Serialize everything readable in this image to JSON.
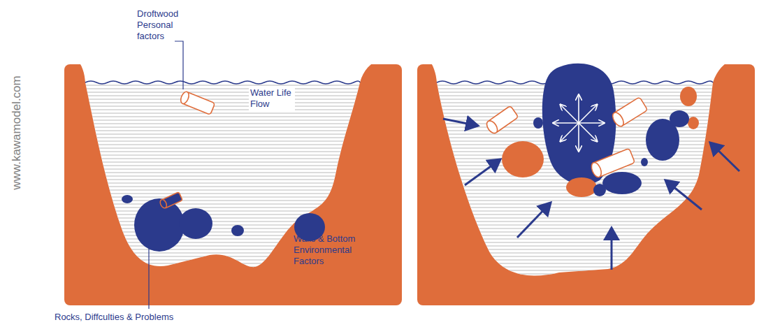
{
  "diagram": {
    "labels": [
      "Droftwood Personal factors",
      "Water Life Flow",
      "Walls & Bottom Environmental Factors",
      "Rocks, Diffculties & Problems",
      "www.kawamodel.com"
    ]
  }
}
